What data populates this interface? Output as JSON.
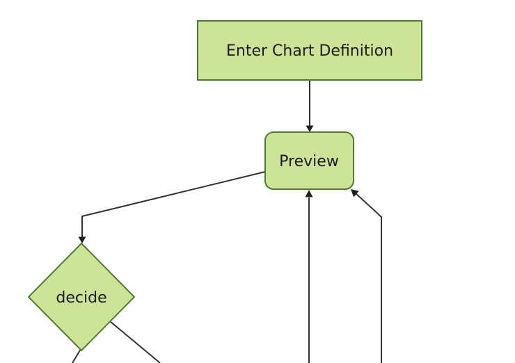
{
  "diagram": {
    "type": "flowchart",
    "direction": "top-down",
    "nodes": [
      {
        "id": "enter-chart-definition",
        "label": "Enter Chart Definition",
        "shape": "rectangle"
      },
      {
        "id": "preview",
        "label": "Preview",
        "shape": "rounded-rectangle"
      },
      {
        "id": "decide",
        "label": "decide",
        "shape": "diamond"
      }
    ],
    "edges": [
      {
        "from": "enter-chart-definition",
        "to": "preview",
        "arrowhead": "down"
      },
      {
        "from": "preview",
        "to": "decide",
        "arrowhead": "down"
      },
      {
        "from": "offscreen-bottom-center",
        "to": "preview",
        "arrowhead": "up"
      },
      {
        "from": "offscreen-bottom-right",
        "to": "preview",
        "arrowhead": "up-left"
      },
      {
        "from": "decide",
        "to": "offscreen-bottom-left",
        "arrowhead": "none-visible"
      },
      {
        "from": "decide",
        "to": "offscreen-bottom-right",
        "arrowhead": "none-visible"
      }
    ],
    "colors": {
      "background": "#ffffff",
      "node_fill": "#cde498",
      "node_border": "#4e7a31",
      "edge_line": "#333333",
      "arrowhead": "#1f1f1f",
      "label_text": "#1b1b1b"
    }
  }
}
